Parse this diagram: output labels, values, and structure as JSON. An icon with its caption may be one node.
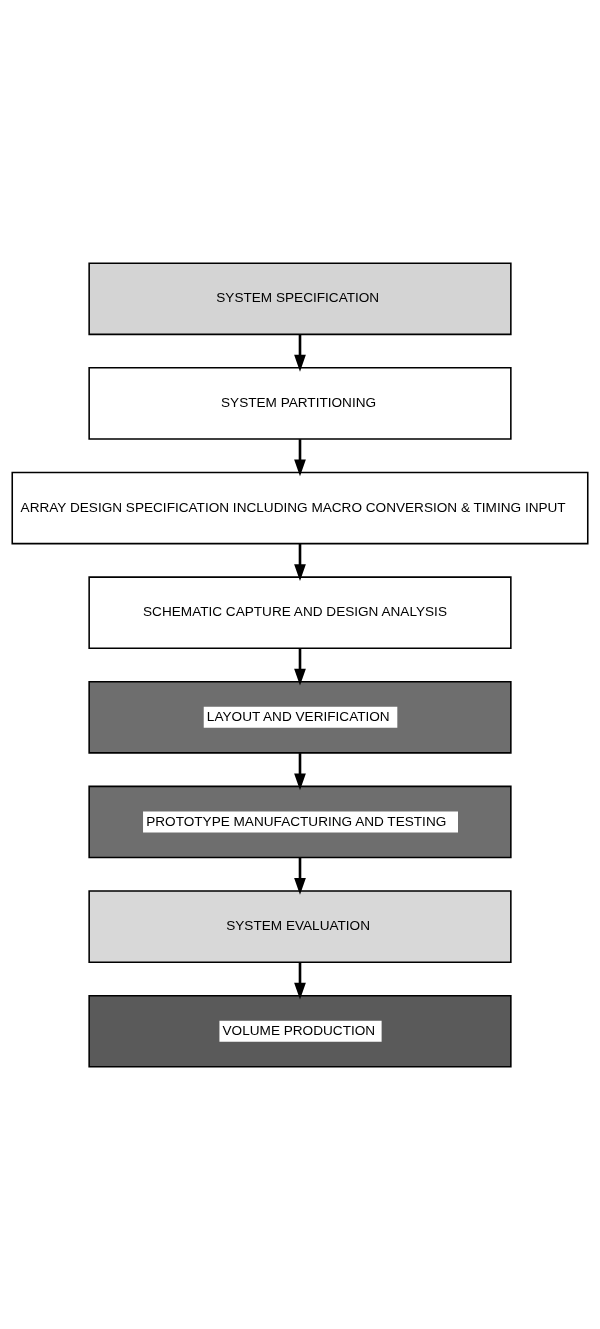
{
  "diagram": {
    "nodes": [
      {
        "text": [
          "SYSTEM SPECIFICATION"
        ]
      },
      {
        "text": [
          "SYSTEM PARTITIONING"
        ]
      },
      {
        "text": [
          "ARRAY DESIGN SPECIFICATION INCLUDING MACRO CONVERSION & TIMING INPUT"
        ]
      },
      {
        "text": [
          "SCHEMATIC CAPTURE AND DESIGN ANALYSIS"
        ]
      },
      {
        "text": [
          "LAYOUT AND VERIFICATION"
        ]
      },
      {
        "text": [
          "PROTOTYPE MANUFACTURING AND TESTING"
        ]
      },
      {
        "text": [
          "SYSTEM EVALUATION"
        ]
      },
      {
        "text": [
          "VOLUME PRODUCTION"
        ]
      }
    ],
    "edges": [
      {
        "from": 0,
        "to": 1,
        "arrow": "to"
      },
      {
        "from": 1,
        "to": 2,
        "arrow": "to"
      },
      {
        "from": 2,
        "to": 3,
        "arrow": "to"
      },
      {
        "from": 3,
        "to": 4,
        "arrow": "to"
      },
      {
        "from": 4,
        "to": 5,
        "arrow": "to"
      },
      {
        "from": 5,
        "to": 6,
        "arrow": "to"
      },
      {
        "from": 6,
        "to": 7,
        "arrow": "to"
      }
    ]
  }
}
